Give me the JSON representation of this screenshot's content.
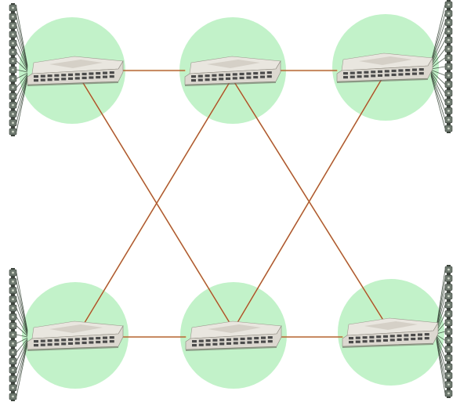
{
  "diagram": {
    "type": "network-topology",
    "colors": {
      "background": "#ffffff",
      "halo": "#b7f0bf",
      "link": "#a0362f",
      "link_highlight": "#e2c84a",
      "switch_body": "#dcd8d0",
      "switch_top": "#e9e6df",
      "switch_port": "#4a4a4a",
      "server_body": "#6f7a70",
      "server_dark": "#3f463f",
      "fan_cable": "#3d4a3d"
    },
    "icons": {
      "switch": "network-switch-icon",
      "server_rack": "server-rack-icon"
    },
    "switches": [
      {
        "id": "s-top-left"
      },
      {
        "id": "s-top-center"
      },
      {
        "id": "s-top-right"
      },
      {
        "id": "s-bottom-left"
      },
      {
        "id": "s-bottom-center"
      },
      {
        "id": "s-bottom-right"
      }
    ],
    "links": [
      [
        "s-top-left",
        "s-top-center"
      ],
      [
        "s-top-center",
        "s-top-right"
      ],
      [
        "s-bottom-left",
        "s-bottom-center"
      ],
      [
        "s-bottom-center",
        "s-bottom-right"
      ],
      [
        "s-top-left",
        "s-bottom-center"
      ],
      [
        "s-bottom-left",
        "s-top-center"
      ],
      [
        "s-top-center",
        "s-bottom-right"
      ],
      [
        "s-bottom-center",
        "s-top-right"
      ]
    ],
    "server_racks": [
      {
        "id": "rack-top-left",
        "attached_to": "s-top-left",
        "side": "left"
      },
      {
        "id": "rack-top-right",
        "attached_to": "s-top-right",
        "side": "right"
      },
      {
        "id": "rack-bottom-left",
        "attached_to": "s-bottom-left",
        "side": "left"
      },
      {
        "id": "rack-bottom-right",
        "attached_to": "s-bottom-right",
        "side": "right"
      }
    ]
  }
}
